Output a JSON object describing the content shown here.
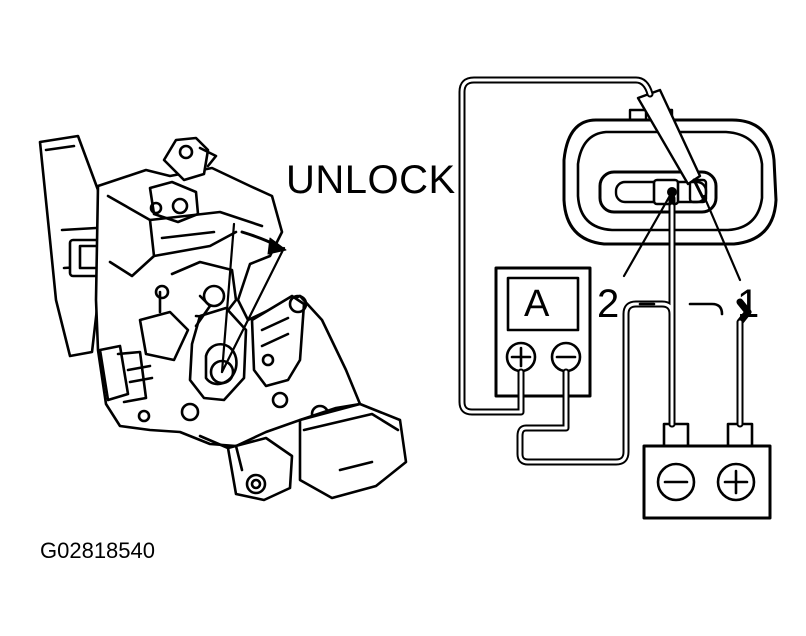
{
  "labels": {
    "unlock": "UNLOCK",
    "figure_code": "G02818540",
    "terminal_1": "1",
    "terminal_2": "2",
    "meter_letter": "A"
  },
  "symbols": {
    "meter_positive": "plus-icon",
    "meter_negative": "minus-icon",
    "battery_negative": "minus-icon",
    "battery_positive": "plus-icon"
  },
  "colors": {
    "line": "#000000",
    "background": "#ffffff"
  }
}
